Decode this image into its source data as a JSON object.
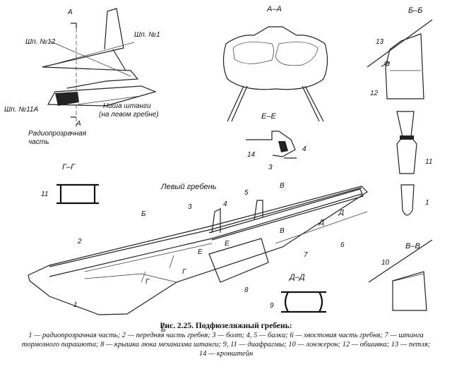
{
  "figure": {
    "caption_title": "Рис. 2.25. Подфюзеляжный гребень:",
    "legend_line1": "1 — радиопрозрачная часть;  2 — передняя часть гребня;  3 — болт;  4, 5 — балки;  6 — хвостовая часть гребня;  7 — штанга",
    "legend_line2": "тормозного парашюта;  8 — крышка люка механизма штанги;  9, 11 — диафрагмы;  10 — лонжерон;  12 — обшивка;  13 — петля;",
    "legend_line3": "14 — кронштейн"
  },
  "labels": {
    "sec_AA": "А–А",
    "sec_BB": "Б–Б",
    "sec_EE": "Е–Е",
    "sec_GG": "Г–Г",
    "sec_VV": "В–В",
    "sec_DD": "Д–Д",
    "left_fin": "Левый гребень",
    "frame12": "Шп. №12",
    "frame1": "Шп. №1",
    "frame11a": "Шп. №11А",
    "niche": "Ниша штанги",
    "niche2": "(на левом гребне)",
    "radio": "Радиопрозрачная",
    "radio2": "часть",
    "cut_A": "А",
    "cut_B": "Б",
    "cut_V": "В",
    "cut_G": "Г",
    "cut_D": "Д",
    "cut_E": "Е"
  },
  "callouts": [
    "1",
    "2",
    "3",
    "4",
    "5",
    "6",
    "7",
    "8",
    "9",
    "10",
    "11",
    "12",
    "13",
    "14"
  ]
}
